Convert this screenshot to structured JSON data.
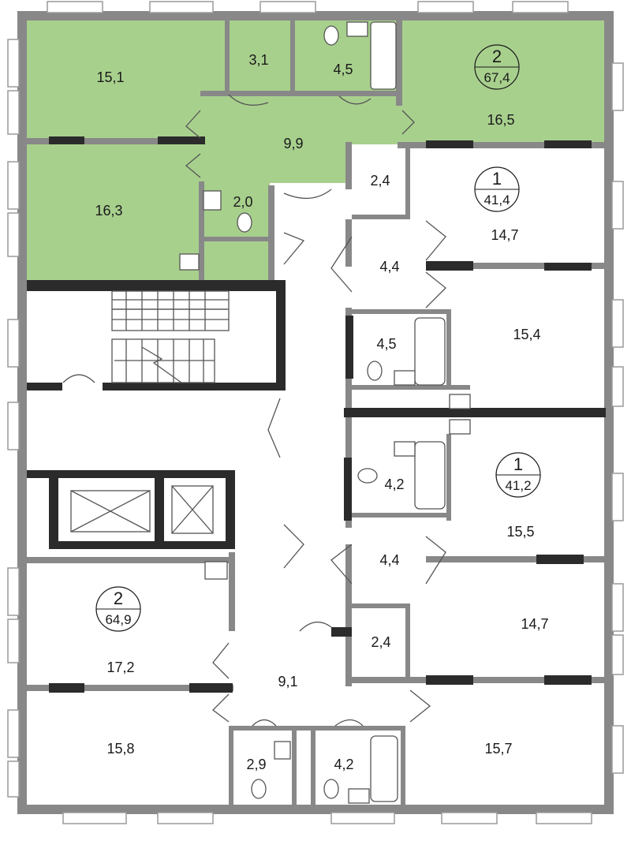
{
  "colors": {
    "highlight_fill": "#a8d08d",
    "wall": "#888888",
    "wall_dark": "#2b2b2b",
    "background": "#ffffff"
  },
  "apartments": [
    {
      "rooms": "2",
      "area": "67,4",
      "highlighted": true
    },
    {
      "rooms": "1",
      "area": "41,4",
      "highlighted": false
    },
    {
      "rooms": "1",
      "area": "41,2",
      "highlighted": false
    },
    {
      "rooms": "2",
      "area": "64,9",
      "highlighted": false
    }
  ],
  "rooms": [
    "15,1",
    "3,1",
    "4,5",
    "16,5",
    "9,9",
    "16,3",
    "2,0",
    "2,4",
    "14,7",
    "4,4",
    "4,5",
    "15,4",
    "4,2",
    "15,5",
    "4,4",
    "14,7",
    "2,4",
    "17,2",
    "9,1",
    "15,8",
    "2,9",
    "4,2",
    "15,7"
  ],
  "icons": [
    "staircase-icon",
    "elevator-icon",
    "toilet-icon",
    "sink-icon",
    "bathtub-icon",
    "door-swing-icon"
  ]
}
